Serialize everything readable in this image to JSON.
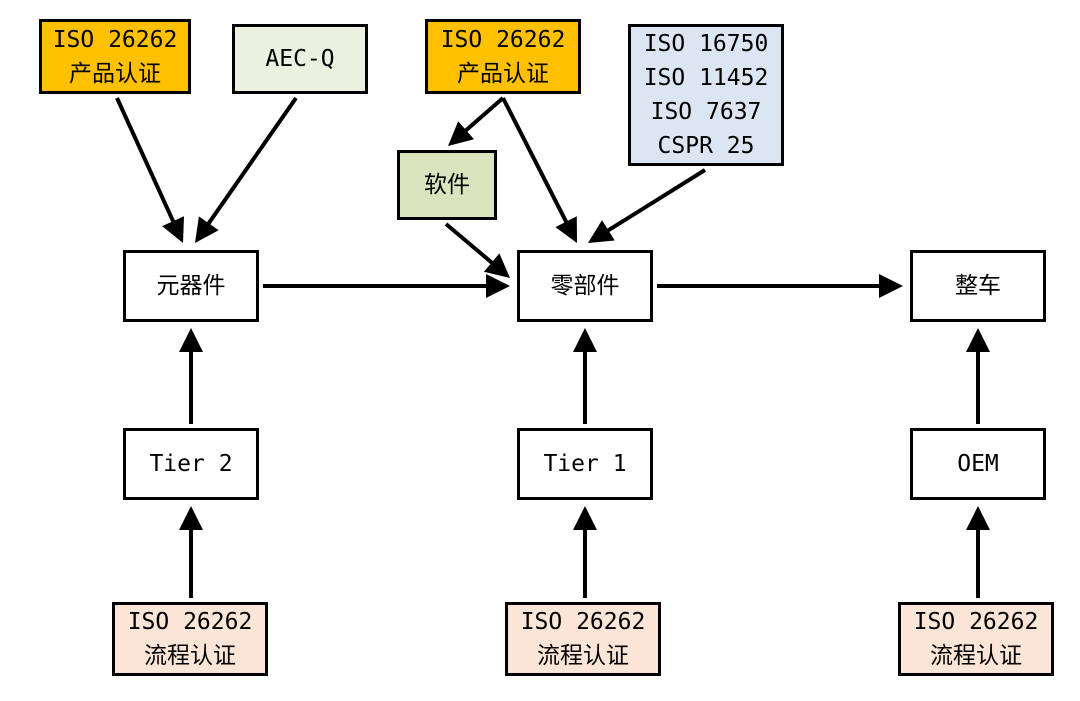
{
  "diagram": {
    "nodes": {
      "product_cert_left": {
        "lines": [
          "ISO 26262",
          "产品认证"
        ],
        "fill": "#ffc000"
      },
      "aec_q": {
        "lines": [
          "AEC-Q"
        ],
        "fill": "#ebf1de"
      },
      "product_cert_mid": {
        "lines": [
          "ISO 26262",
          "产品认证"
        ],
        "fill": "#ffc000"
      },
      "iso_standards": {
        "lines": [
          "ISO 16750",
          "ISO 11452",
          "ISO 7637",
          "CSPR 25"
        ],
        "fill": "#dce6f2"
      },
      "software": {
        "lines": [
          "软件"
        ],
        "fill": "#d7e4bd"
      },
      "component": {
        "lines": [
          "元器件"
        ],
        "fill": "#ffffff"
      },
      "part": {
        "lines": [
          "零部件"
        ],
        "fill": "#ffffff"
      },
      "vehicle": {
        "lines": [
          "整车"
        ],
        "fill": "#ffffff"
      },
      "tier2": {
        "lines": [
          "Tier 2"
        ],
        "fill": "#ffffff"
      },
      "tier1": {
        "lines": [
          "Tier 1"
        ],
        "fill": "#ffffff"
      },
      "oem": {
        "lines": [
          "OEM"
        ],
        "fill": "#ffffff"
      },
      "process_cert_left": {
        "lines": [
          "ISO 26262",
          "流程认证"
        ],
        "fill": "#fbe5d6"
      },
      "process_cert_mid": {
        "lines": [
          "ISO 26262",
          "流程认证"
        ],
        "fill": "#fbe5d6"
      },
      "process_cert_right": {
        "lines": [
          "ISO 26262",
          "流程认证"
        ],
        "fill": "#fbe5d6"
      }
    },
    "edges": [
      {
        "from": "product_cert_left",
        "to": "component"
      },
      {
        "from": "aec_q",
        "to": "component"
      },
      {
        "from": "product_cert_mid",
        "to": "software"
      },
      {
        "from": "product_cert_mid",
        "to": "part"
      },
      {
        "from": "iso_standards",
        "to": "part"
      },
      {
        "from": "software",
        "to": "part"
      },
      {
        "from": "component",
        "to": "part"
      },
      {
        "from": "part",
        "to": "vehicle"
      },
      {
        "from": "tier2",
        "to": "component"
      },
      {
        "from": "tier1",
        "to": "part"
      },
      {
        "from": "oem",
        "to": "vehicle"
      },
      {
        "from": "process_cert_left",
        "to": "tier2"
      },
      {
        "from": "process_cert_mid",
        "to": "tier1"
      },
      {
        "from": "process_cert_right",
        "to": "oem"
      }
    ]
  }
}
